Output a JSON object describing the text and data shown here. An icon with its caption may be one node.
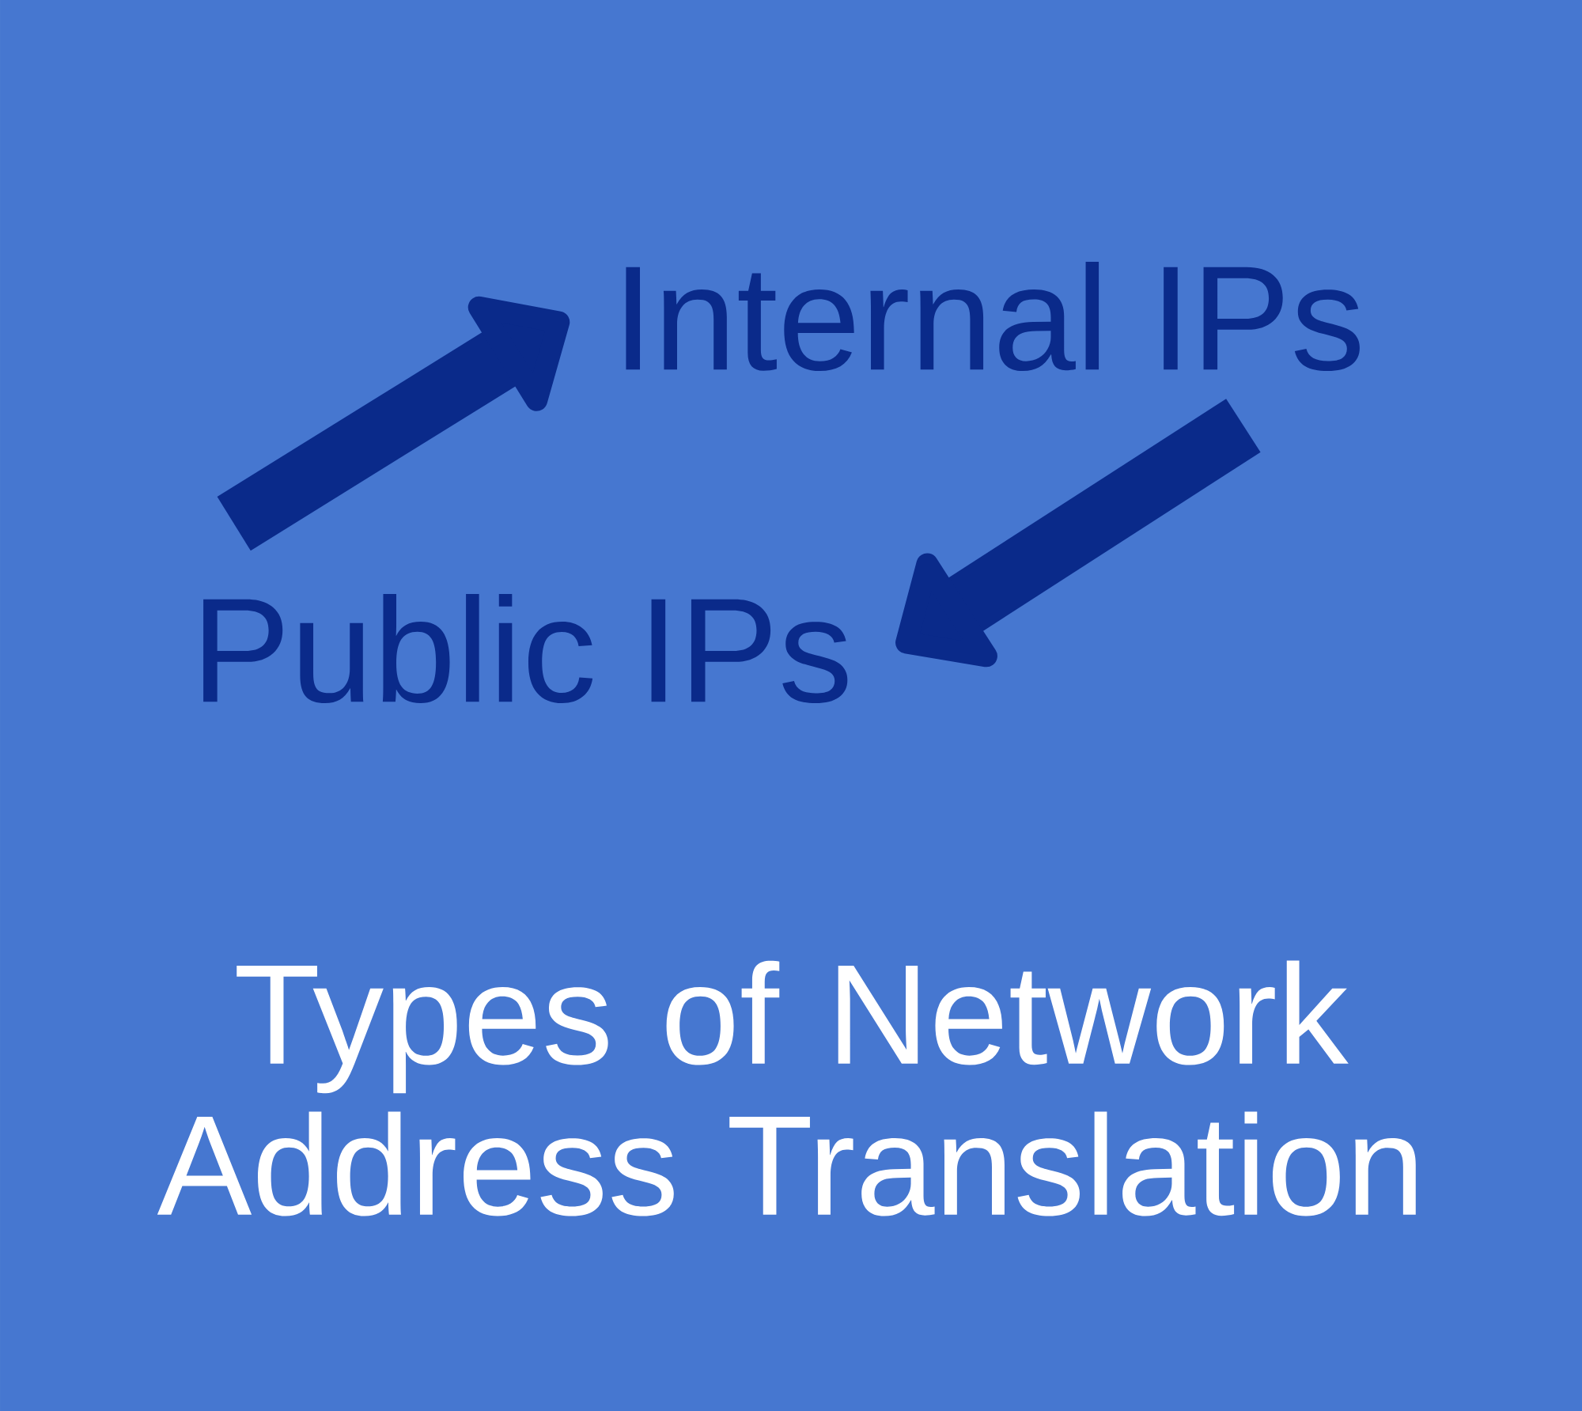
{
  "diagram": {
    "title": "Types of Network Address Translation",
    "nodes": [
      {
        "text": [
          "Internal IPs"
        ]
      },
      {
        "text": [
          "Public IPs"
        ]
      }
    ],
    "edges": [
      {
        "from": 1,
        "to": 0,
        "arrow": "to"
      },
      {
        "from": 0,
        "to": 1,
        "arrow": "to"
      }
    ]
  }
}
